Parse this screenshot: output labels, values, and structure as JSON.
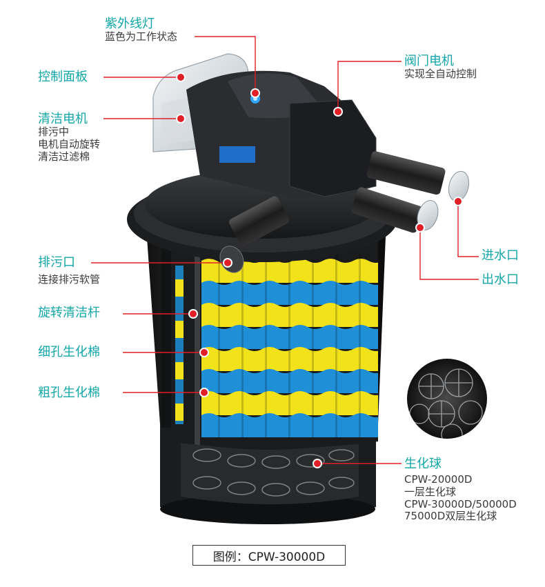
{
  "labels": {
    "uv_lamp": {
      "title": "紫外线灯",
      "desc": [
        "蓝色为工作状态"
      ]
    },
    "control_panel": {
      "title": "控制面板",
      "desc": []
    },
    "cleaning_motor": {
      "title": "清洁电机",
      "desc": [
        "排污中",
        "电机自动旋转",
        "清洁过滤棉"
      ]
    },
    "valve_motor": {
      "title": "阀门电机",
      "desc": [
        "实现全自动控制"
      ]
    },
    "drain_outlet": {
      "title": "排污口",
      "desc": [
        "连接排污软管"
      ]
    },
    "rotating_rod": {
      "title": "旋转清洁杆",
      "desc": []
    },
    "fine_sponge": {
      "title": "细孔生化棉",
      "desc": []
    },
    "coarse_sponge": {
      "title": "粗孔生化棉",
      "desc": []
    },
    "water_inlet": {
      "title": "进水口",
      "desc": []
    },
    "water_outlet": {
      "title": "出水口",
      "desc": []
    },
    "bio_balls": {
      "title": "生化球",
      "desc": [
        "CPW-20000D",
        "一层生化球",
        "CPW-30000D/50000D",
        "75000D双层生化球"
      ]
    }
  },
  "caption": "图例：CPW-30000D",
  "colors": {
    "label_title": "#12a6a8",
    "leader_line": "#e21e26",
    "sponge_yellow": "#f2e21a",
    "sponge_blue": "#1f8fd8",
    "body_dark": "#232527",
    "uv_indicator": "#2ea6ff"
  }
}
